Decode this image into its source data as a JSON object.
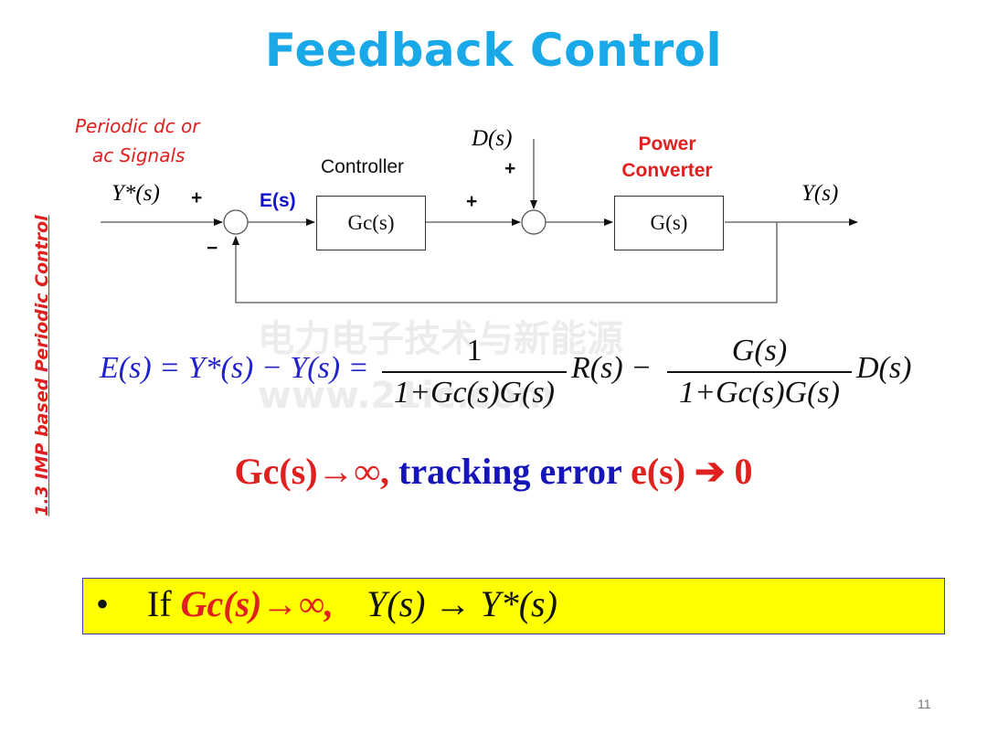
{
  "title": "Feedback Control",
  "side_label": "1.3 IMP based Periodic Control",
  "note": {
    "line1": "Periodic dc or",
    "line2": "ac Signals"
  },
  "diagram": {
    "input_label": "Y*(s)",
    "plus1": "+",
    "minus1": "−",
    "error_label": "E(s)",
    "controller_title": "Controller",
    "controller_block": "Gc(s)",
    "plus2": "+",
    "disturbance_label": "D(s)",
    "plus3": "+",
    "converter_title_line1": "Power",
    "converter_title_line2": "Converter",
    "plant_block": "G(s)",
    "output_label": "Y(s)"
  },
  "equation": {
    "lhs": "E(s) = Y*(s) − Y(s) =",
    "frac1_num": "1",
    "frac1_den": "1+Gc(s)G(s)",
    "mid": "R(s) −",
    "frac2_num": "G(s)",
    "frac2_den": "1+Gc(s)G(s)",
    "rhs": "D(s)"
  },
  "tracking": {
    "part1": "Gc(s)→∞,",
    "part2": "tracking error",
    "part3": "e(s) ➔ 0"
  },
  "highlight": {
    "bullet": "•",
    "if": "If",
    "cond": "Gc(s)→∞,",
    "result": "Y(s) → Y*(s)"
  },
  "watermark": {
    "line1": "电力电子技术与新能源",
    "line2": "www.21ic.com"
  },
  "page_number": "11",
  "colors": {
    "title": "#1aa9e8",
    "red": "#e0201e",
    "blue": "#1010d0",
    "highlight": "#ffff00"
  }
}
